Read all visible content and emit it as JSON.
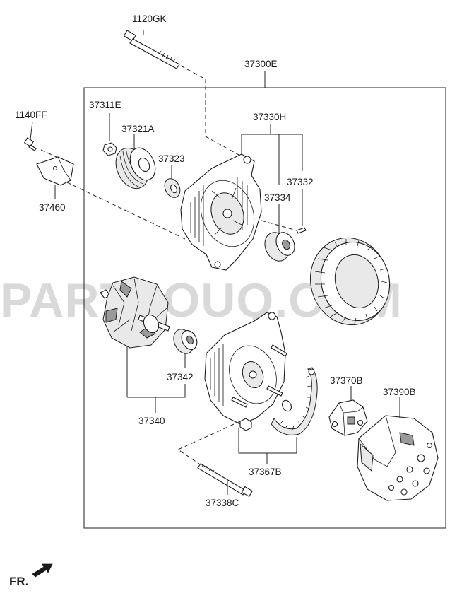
{
  "watermark": "PARTSOUQ.COM",
  "direction_label": "FR.",
  "labels": {
    "p1120GK": "1120GK",
    "p37300E": "37300E",
    "p1140FF": "1140FF",
    "p37311E": "37311E",
    "p37321A": "37321A",
    "p37323": "37323",
    "p37330H": "37330H",
    "p37332": "37332",
    "p37334": "37334",
    "p37460": "37460",
    "p37342": "37342",
    "p37340": "37340",
    "p37370B": "37370B",
    "p37390B": "37390B",
    "p37367B": "37367B",
    "p37338C": "37338C"
  }
}
